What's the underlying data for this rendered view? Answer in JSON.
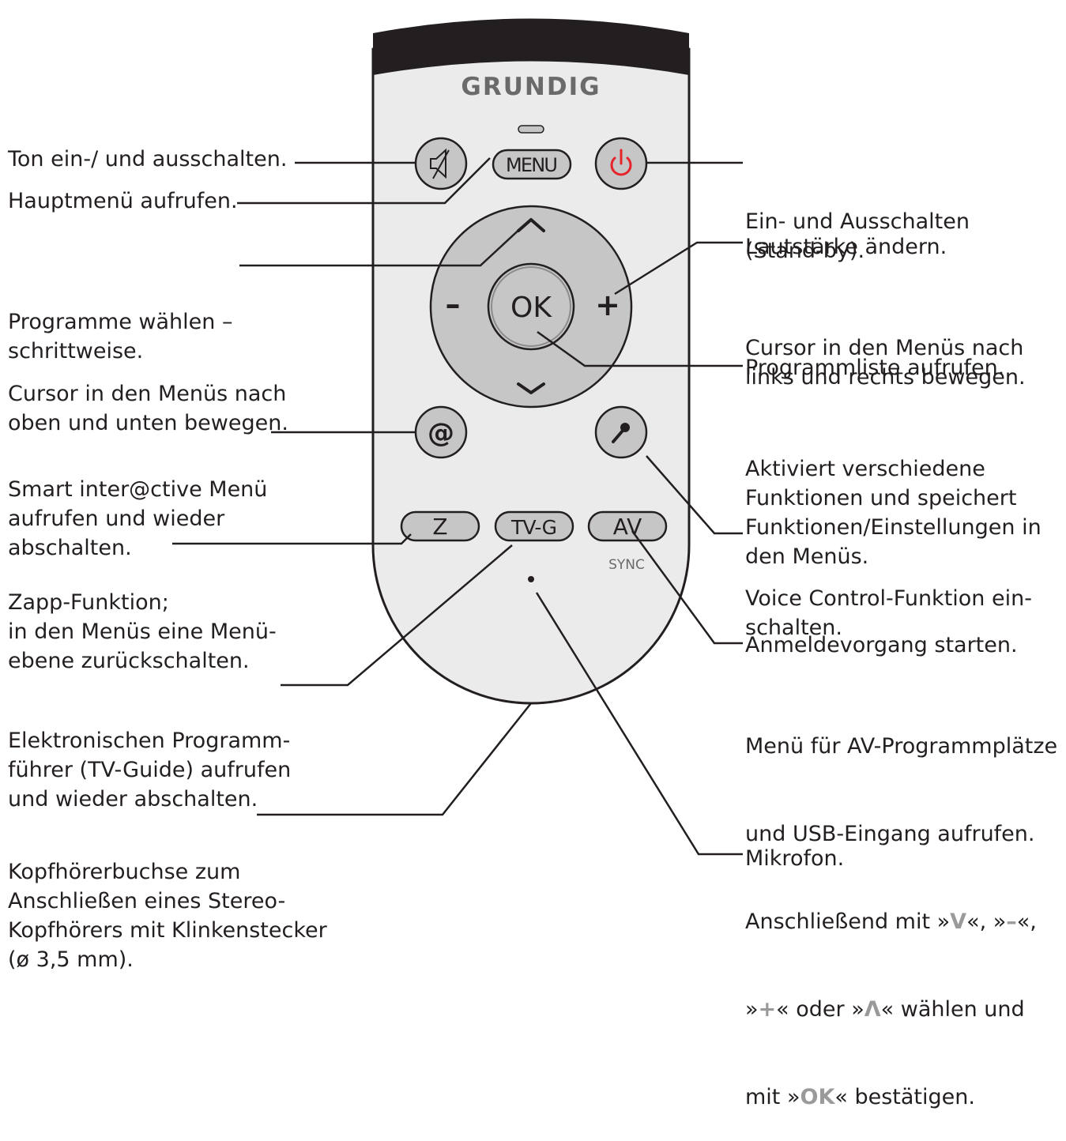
{
  "brand": "GRUNDIG",
  "buttons": {
    "menu": "MENU",
    "ok": "OK",
    "minus": "–",
    "plus": "+",
    "at": "@",
    "z": "Z",
    "tvg": "TV-G",
    "av": "AV",
    "sync": "SYNC"
  },
  "colors": {
    "power_icon": "#e5232b",
    "remote_body": "#ebebeb",
    "remote_top": "#231f20",
    "button_fill": "#c6c6c6"
  },
  "icons": {
    "mute": "speaker-off-icon",
    "power": "power-icon",
    "up": "chevron-up-icon",
    "down": "chevron-down-icon",
    "voice": "microphone-icon"
  },
  "labels": {
    "mute": "Ton ein-/ und ausschalten.",
    "menu": "Hauptmenü aufrufen.",
    "prog_1": "Programme wählen –",
    "prog_2": "schrittweise.",
    "cursor_updown_1": "Cursor in den Menüs nach",
    "cursor_updown_2": "oben und unten bewegen.",
    "smart_1": "Smart inter@ctive Menü",
    "smart_2": "aufrufen und wieder",
    "smart_3": "abschalten.",
    "zapp_1": "Zapp-Funktion;",
    "zapp_2": "in den Menüs eine Menü-",
    "zapp_3": "ebene zurückschalten.",
    "epg_1": "Elektronischen Programm-",
    "epg_2": "führer (TV-Guide) aufrufen",
    "epg_3": "und wieder abschalten.",
    "phone_1": "Kopfhörerbuchse zum",
    "phone_2": "Anschließen eines Stereo-",
    "phone_3": "Kopfhörers mit Klinkenstecker",
    "phone_4": "(ø 3,5 mm).",
    "power_1": "Ein- und Ausschalten",
    "power_2": "(Stand-by).",
    "volume": "Lautstärke ändern.",
    "cursor_lr_1": "Cursor in den Menüs nach",
    "cursor_lr_2": "links und rechts bewegen.",
    "proglist": "Programmliste aufrufen.",
    "activate_1": "Aktiviert verschiedene",
    "activate_2": "Funktionen und speichert",
    "activate_3": "Funktionen/Einstellungen in",
    "activate_4": "den Menüs.",
    "voice_1": "Voice Control-Funktion ein-",
    "voice_2": "schalten.",
    "login": "Anmeldevorgang starten.",
    "av_1": "Menü für AV-Programmplätze",
    "av_2": "und USB-Eingang aufrufen.",
    "av_3a": "Anschließend mit »",
    "av_3b": "V",
    "av_3c": "«, »",
    "av_3d": "–",
    "av_3e": "«,",
    "av_4a": "»",
    "av_4b": "+",
    "av_4c": "« oder »",
    "av_4d": "Λ",
    "av_4e": "« wählen und",
    "av_5a": "mit »",
    "av_5b": "OK",
    "av_5c": "« bestätigen.",
    "mic": "Mikrofon."
  }
}
